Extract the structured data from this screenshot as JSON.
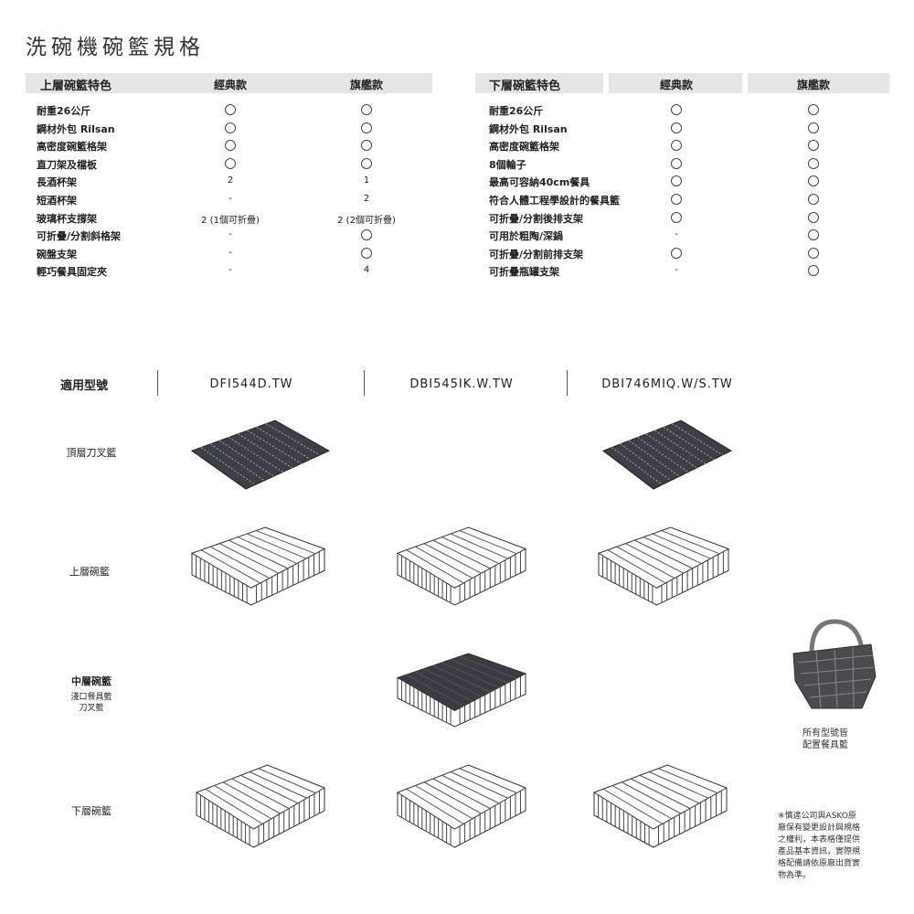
{
  "title": "洗碗機碗籃規格",
  "upper_table": {
    "header": "上層碗籃特色",
    "col1": "經典款",
    "col2": "旗艦款",
    "rows": [
      {
        "label": "耐重26公斤",
        "c1": "○",
        "c2": "○"
      },
      {
        "label": "鋼材外包 Rilsan",
        "c1": "○",
        "c2": "○"
      },
      {
        "label": "高密度碗籃格架",
        "c1": "○",
        "c2": "○"
      },
      {
        "label": "直刀架及檔板",
        "c1": "○",
        "c2": "○"
      },
      {
        "label": "長酒杯架",
        "c1": "2",
        "c2": "1"
      },
      {
        "label": "短酒杯架",
        "c1": "-",
        "c2": "2"
      },
      {
        "label": "玻璃杯支撐架",
        "c1": "2 (1個可折疊)",
        "c2": "2 (2個可折疊)"
      },
      {
        "label": "可折疊/分割斜格架",
        "c1": "-",
        "c2": "○"
      },
      {
        "label": "碗盤支架",
        "c1": "-",
        "c2": "○"
      },
      {
        "label": "輕巧餐具固定夾",
        "c1": "-",
        "c2": "4"
      }
    ]
  },
  "lower_table": {
    "header": "下層碗籃特色",
    "col1": "經典款",
    "col2": "旗艦款",
    "rows": [
      {
        "label": "耐重26公斤",
        "c1": "○",
        "c2": "○"
      },
      {
        "label": "鋼材外包 Rilsan",
        "c1": "○",
        "c2": "○"
      },
      {
        "label": "高密度碗籃格架",
        "c1": "○",
        "c2": "○"
      },
      {
        "label": "8個輪子",
        "c1": "○",
        "c2": "○"
      },
      {
        "label": "最高可容納40cm餐具",
        "c1": "○",
        "c2": "○"
      },
      {
        "label": "符合人體工程學設計的餐具籃",
        "c1": "○",
        "c2": "○"
      },
      {
        "label": "可折疊/分割後排支架",
        "c1": "○",
        "c2": "○"
      },
      {
        "label": "可用於粗陶/深鍋",
        "c1": "-",
        "c2": "○"
      },
      {
        "label": "可折疊/分割前排支架",
        "c1": "○",
        "c2": "○"
      },
      {
        "label": "可折疊瓶罐支架",
        "c1": "-",
        "c2": "○"
      }
    ]
  },
  "models": {
    "label": "適用型號",
    "items": [
      "DFI544D.TW",
      "DBI545IK.W.TW",
      "DBI746MIQ.W/S.TW"
    ]
  },
  "racks": {
    "top": "頂層刀叉籃",
    "upper": "上層碗籃",
    "middle": "中層碗籃",
    "middle_sub1": "淺口餐具籃",
    "middle_sub2": "刀叉籃",
    "lower": "下層碗籃"
  },
  "basket_caption": [
    "所有型號皆",
    "配置餐具籃"
  ],
  "disclaimer": [
    "※慎達公司與ASKO原",
    "廠保有變更設計與規格",
    "之權利，本表格僅提供",
    "產品基本資訊，實際規",
    "格配備請依原廠出貨實",
    "物為準。"
  ]
}
